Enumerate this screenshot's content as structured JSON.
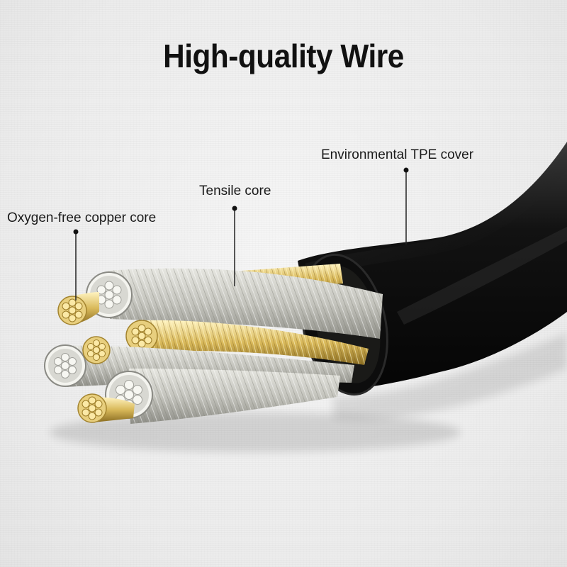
{
  "title": "High-quality Wire",
  "labels": {
    "copper_core": "Oxygen-free copper core",
    "tensile_core": "Tensile core",
    "tpe_cover": "Environmental TPE cover"
  },
  "colors": {
    "background": "#efefef",
    "title_text": "#111111",
    "cable_jacket": "#0c0c0c",
    "copper": "#e2c97a",
    "tensile": "#c9c9c4"
  }
}
